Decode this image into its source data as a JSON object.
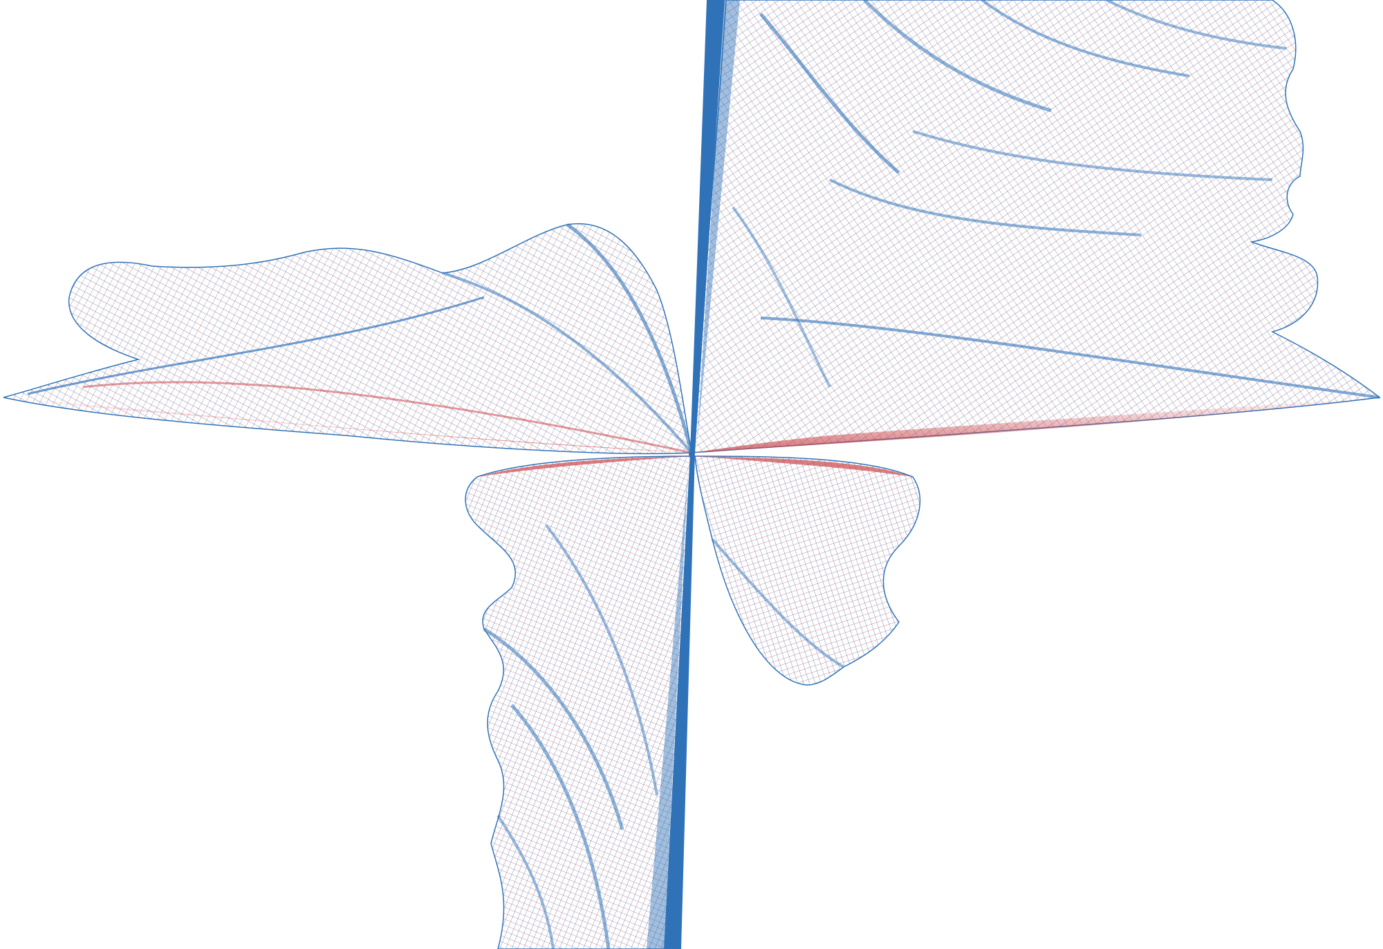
{
  "colors": {
    "background": "#ffffff",
    "mesh_blue": "#2f72b8",
    "mesh_red": "#c9474a"
  },
  "image": {
    "subject": "wireframe-mesh-lobes",
    "lobe_count": 4,
    "center_spike": "blue"
  }
}
